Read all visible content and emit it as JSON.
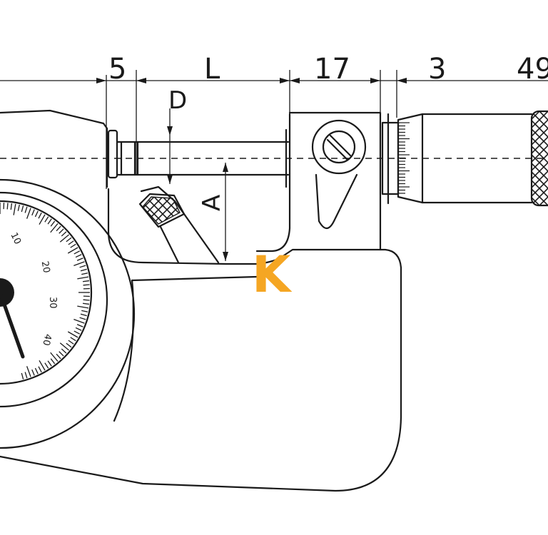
{
  "dimensions": {
    "d5": "5",
    "dL": "L",
    "d17": "17",
    "d3": "3",
    "d49": "49"
  },
  "labels": {
    "D": "D",
    "A": "A"
  },
  "dial": {
    "scale": [
      "10",
      "20",
      "30",
      "40"
    ]
  },
  "logo": {
    "letter": "K",
    "color": "#f5a623"
  }
}
